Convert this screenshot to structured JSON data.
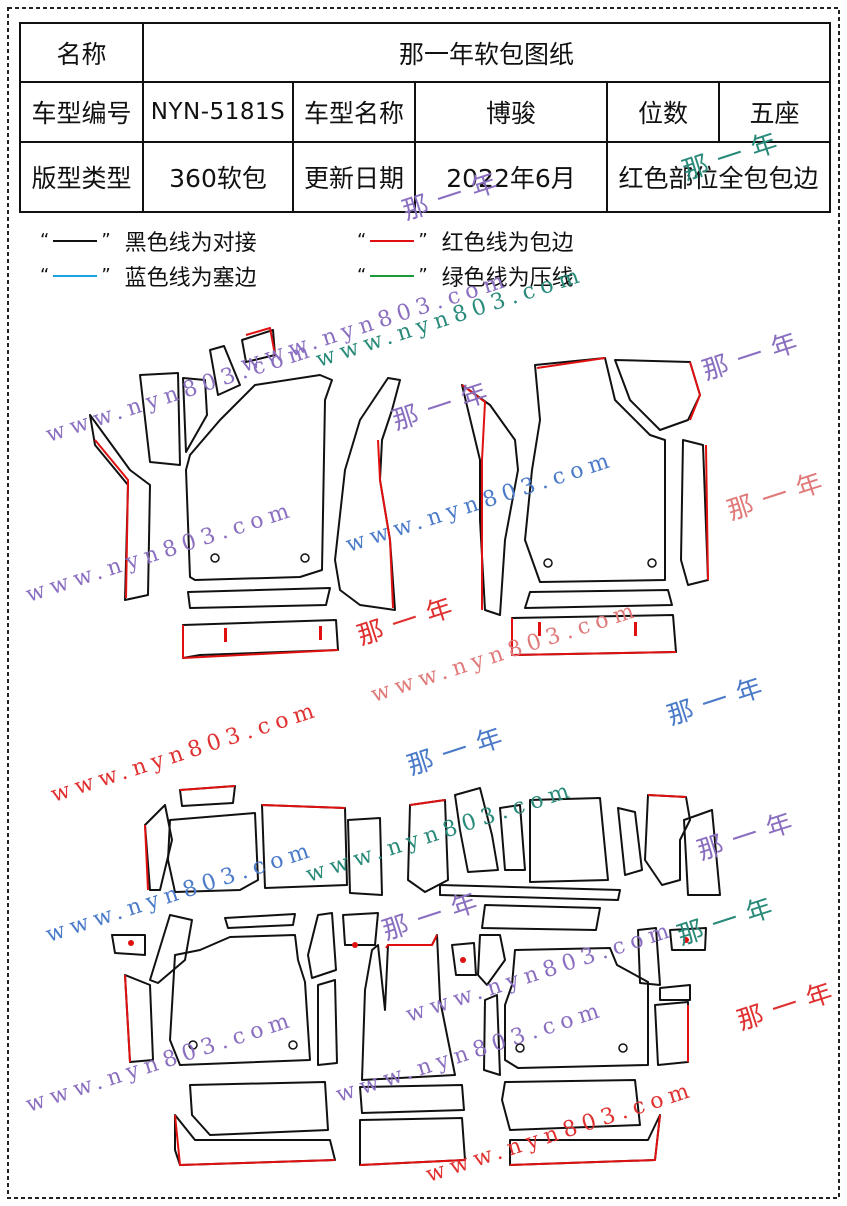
{
  "colors": {
    "black_line": "#111111",
    "red_line": "#e01010",
    "blue_line": "#1aa3e0",
    "green_line": "#1a9a3a",
    "watermark_purple": "#8a6fc0",
    "watermark_teal": "#2a8a7a",
    "watermark_blue": "#4a7ac8",
    "watermark_red": "#e03030",
    "watermark_pink": "#e07a7a"
  },
  "table": {
    "title_label": "名称",
    "title_value": "那一年软包图纸",
    "model_code_label": "车型编号",
    "model_code": "NYN-5181S",
    "model_name_label": "车型名称",
    "model_name": "博骏",
    "seats_label": "位数",
    "seats": "五座",
    "pattern_type_label": "版型类型",
    "pattern_type": "360软包",
    "update_label": "更新日期",
    "update_date": "2022年6月",
    "note": "红色部位全包包边"
  },
  "legend": [
    {
      "color_key": "black_line",
      "text": "黑色线为对接"
    },
    {
      "color_key": "red_line",
      "text": "红色线为包边"
    },
    {
      "color_key": "blue_line",
      "text": "蓝色线为塞边"
    },
    {
      "color_key": "green_line",
      "text": "绿色线为压线"
    }
  ],
  "watermarks": {
    "brand": "那一年",
    "site": "www.nyn803.com"
  }
}
